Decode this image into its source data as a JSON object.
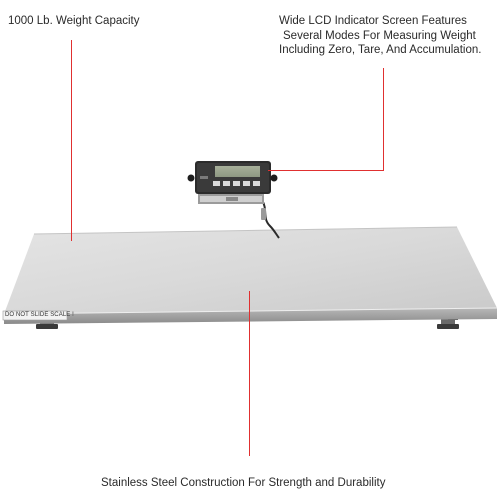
{
  "callouts": {
    "capacity": "1000 Lb. Weight Capacity",
    "lcd_line1": "Wide LCD Indicator Screen Features",
    "lcd_line2": "Several Modes For Measuring Weight",
    "lcd_line3": "Including Zero, Tare, And Accumulation.",
    "steel": "Stainless Steel Construction For Strength and Durability"
  },
  "plate_label": "DO NOT SLIDE SCALE !",
  "colors": {
    "callout_line": "#e03030",
    "platform_top": "#d6d6d6",
    "indicator_body": "#2b2b2b"
  },
  "icons": {
    "platform": "scale-platform-illustration",
    "indicator": "lcd-indicator-illustration"
  }
}
